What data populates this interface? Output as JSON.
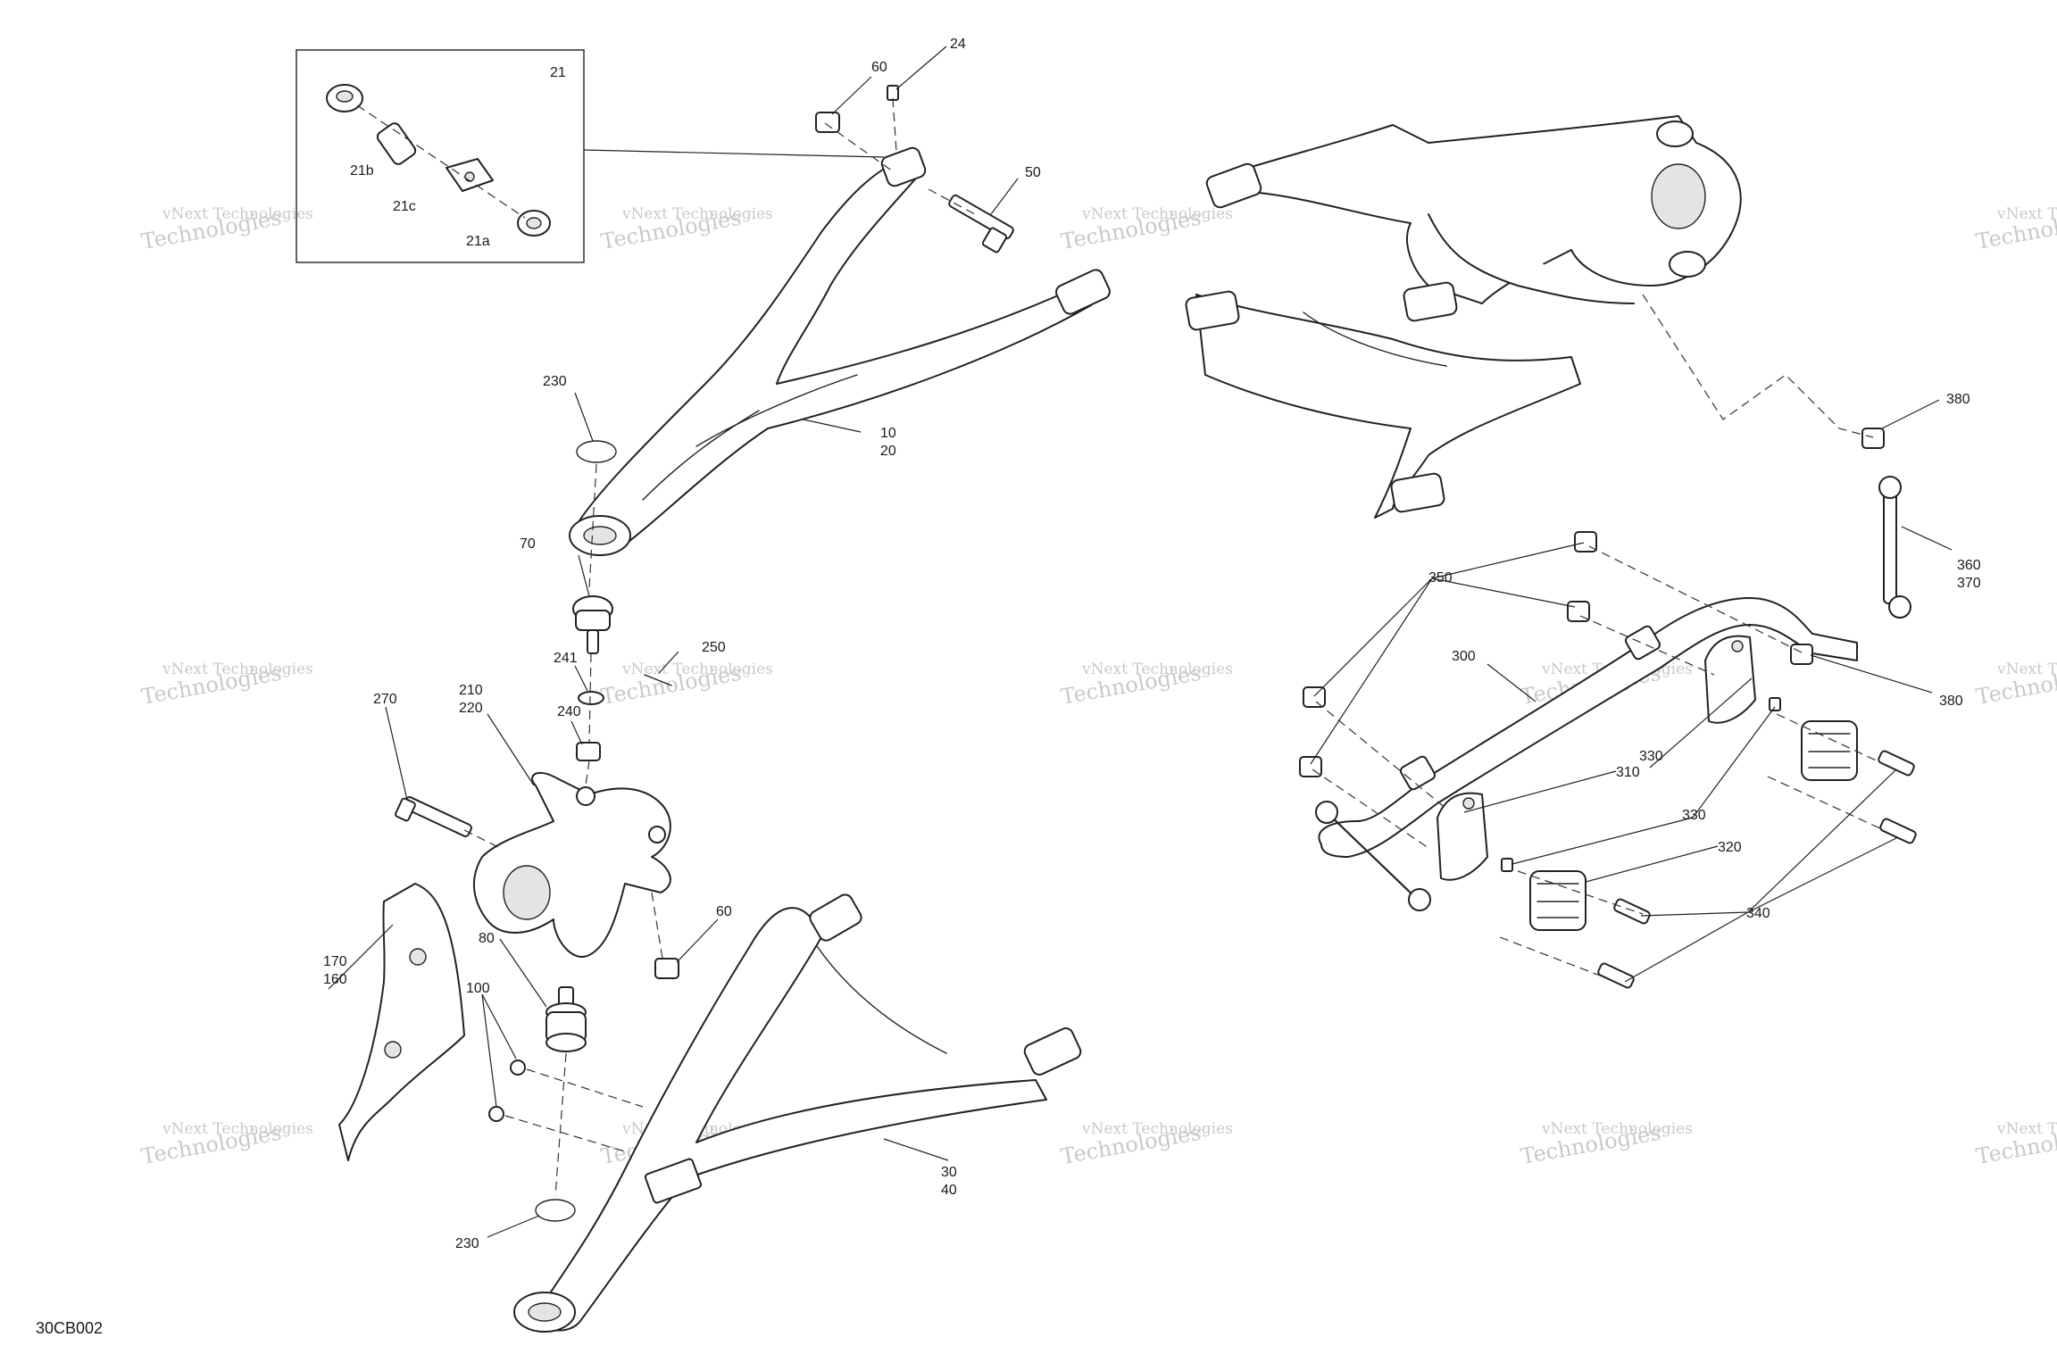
{
  "diagram": {
    "code": "30CB002",
    "watermark": {
      "line1": "vNext Technologies",
      "line2": "Technologies"
    },
    "callouts": {
      "c21": "21",
      "c21a": "21a",
      "c21b": "21b",
      "c21c": "21c",
      "c60a": "60",
      "c24": "24",
      "c50": "50",
      "c10": "10",
      "c20": "20",
      "c230a": "230",
      "c70": "70",
      "c241": "241",
      "c250": "250",
      "c210": "210",
      "c220": "220",
      "c240": "240",
      "c270": "270",
      "c60b": "60",
      "c80": "80",
      "c170": "170",
      "c160": "160",
      "c100": "100",
      "c230b": "230",
      "c30": "30",
      "c40": "40",
      "c380a": "380",
      "c360": "360",
      "c370": "370",
      "c350": "350",
      "c300": "300",
      "c380b": "380",
      "c310": "310",
      "c330a": "330",
      "c330b": "330",
      "c320": "320",
      "c340": "340"
    }
  }
}
